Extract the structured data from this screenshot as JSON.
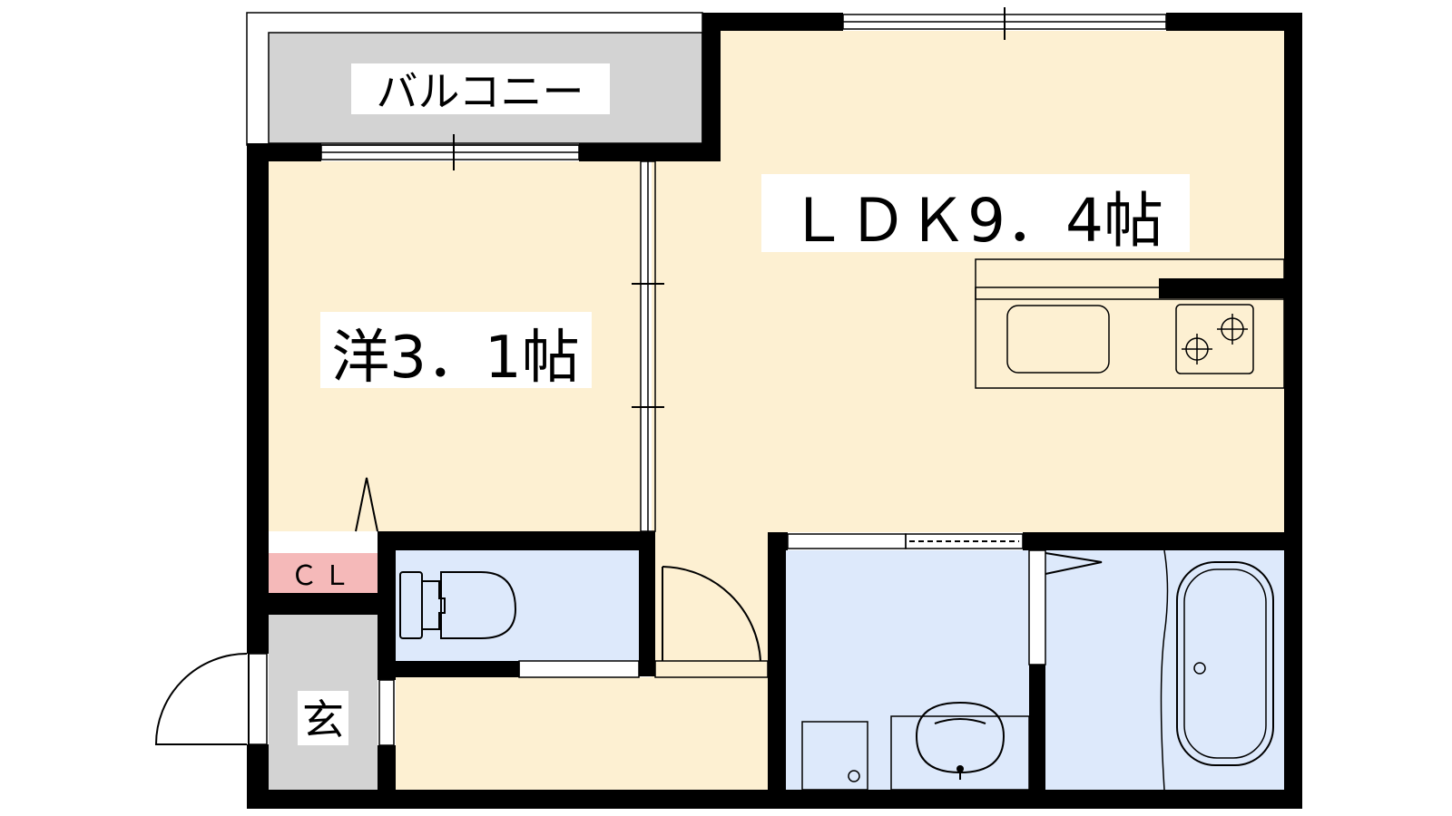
{
  "rooms": {
    "balcony": "バルコニー",
    "ldk": "ＬＤＫ9．4帖",
    "western": "洋3．1帖",
    "closet": "ＣＬ",
    "entrance": "玄"
  },
  "colors": {
    "living": "#fdf0d2",
    "balcony": "#d3d3d3",
    "wet_area": "#dde9fb",
    "kitchen": "#ecdcf2",
    "counter": "#f1ddbf",
    "closet": "#f5b9b9",
    "wall": "#000000"
  }
}
